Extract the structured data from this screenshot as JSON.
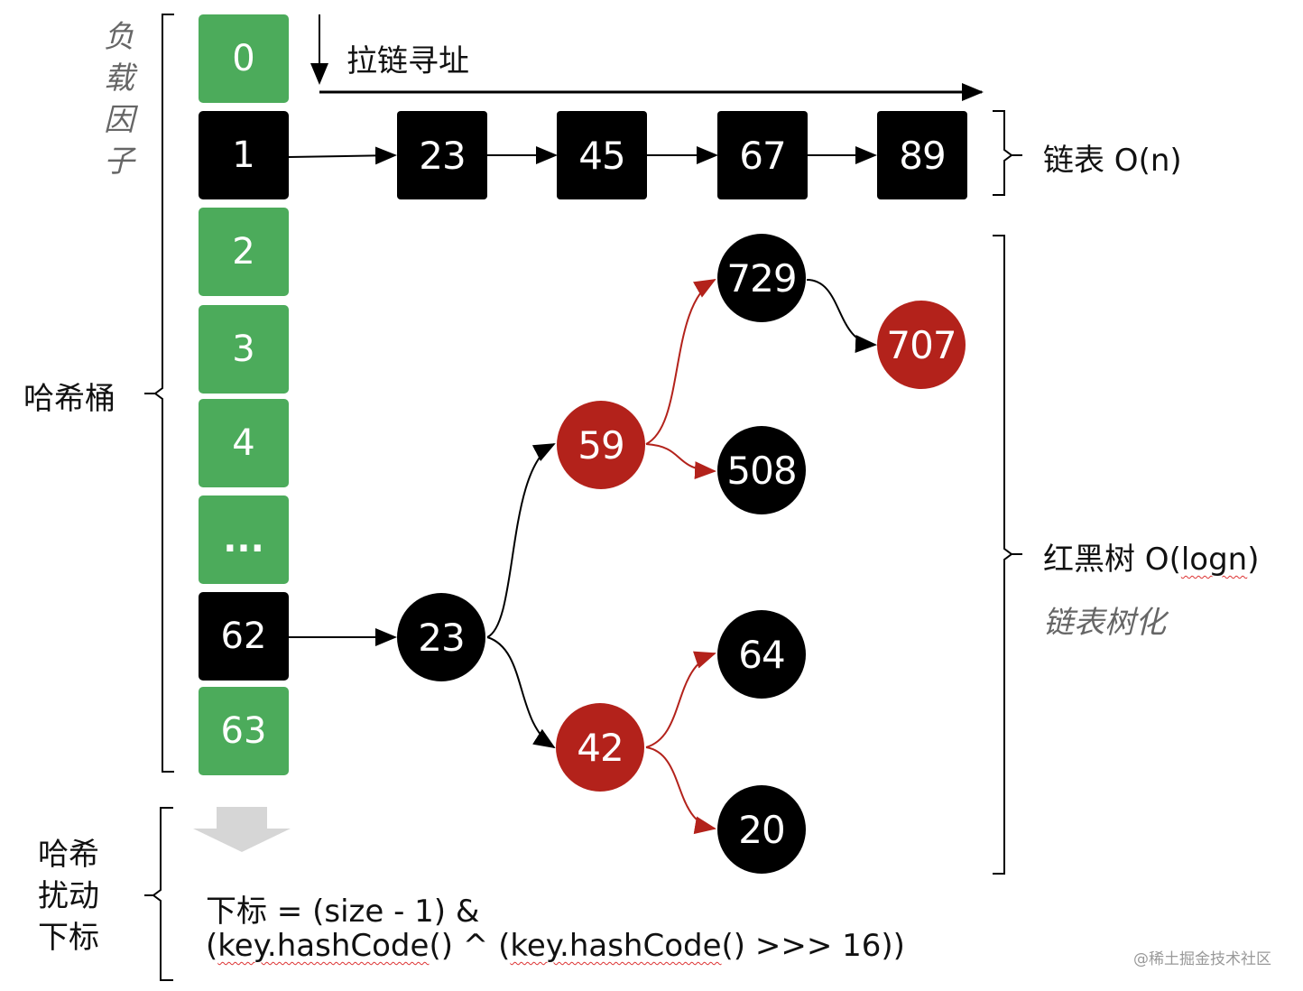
{
  "labels": {
    "load_factor": [
      "负",
      "载",
      "因",
      "子"
    ],
    "hash_bucket": "哈希桶",
    "chaining": "拉链寻址",
    "linked_list": "链表 O(n)",
    "rbtree_prefix": "红黑树 O(",
    "rbtree_logn": "logn",
    "rbtree_suffix": ")",
    "treeify": "链表树化",
    "hash_perturb": [
      "哈希",
      "扰动",
      "下标"
    ],
    "formula_line1": "下标 = (size - 1) &",
    "formula_line2_a": "(",
    "formula_line2_key1": "key.hashCode",
    "formula_line2_b": "() ^ (",
    "formula_line2_key2": "key.hashCode",
    "formula_line2_c": "() >>> 16))",
    "attribution": "@稀土掘金技术社区"
  },
  "buckets": [
    {
      "label": "0",
      "color": "green"
    },
    {
      "label": "1",
      "color": "black"
    },
    {
      "label": "2",
      "color": "green"
    },
    {
      "label": "3",
      "color": "green"
    },
    {
      "label": "4",
      "color": "green"
    },
    {
      "label": "...",
      "color": "green"
    },
    {
      "label": "62",
      "color": "black"
    },
    {
      "label": "63",
      "color": "green"
    }
  ],
  "linked_list_nodes": [
    "23",
    "45",
    "67",
    "89"
  ],
  "tree_nodes": {
    "root": {
      "label": "23",
      "color": "black"
    },
    "n59": {
      "label": "59",
      "color": "red"
    },
    "n42": {
      "label": "42",
      "color": "red"
    },
    "n729": {
      "label": "729",
      "color": "black"
    },
    "n508": {
      "label": "508",
      "color": "black"
    },
    "n707": {
      "label": "707",
      "color": "red"
    },
    "n64": {
      "label": "64",
      "color": "black"
    },
    "n20": {
      "label": "20",
      "color": "black"
    }
  },
  "colors": {
    "green": "#4cab5b",
    "red": "#b3221b",
    "black": "#000000",
    "gray_arrow": "#d6d6d6"
  }
}
